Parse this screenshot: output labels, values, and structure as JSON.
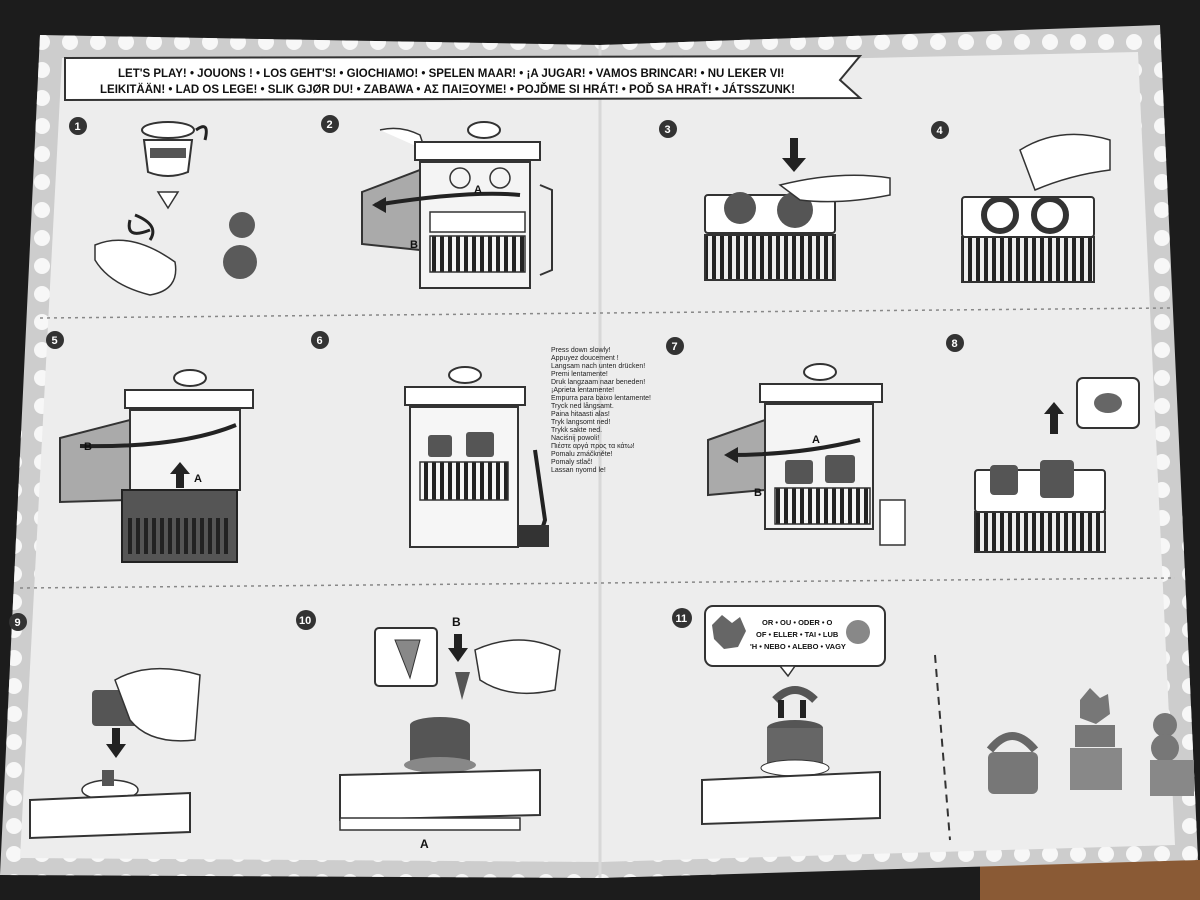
{
  "banner": {
    "line1": "LET'S PLAY! • JOUONS ! • LOS GEHT'S! • GIOCHIAMO! • SPELEN MAAR! • ¡A JUGAR! • VAMOS BRINCAR! • NU LEKER VI!",
    "line2": "LEIKITÄÄN! • LAD OS LEGE! • SLIK GJØR DU! • ZABAWA • ΑΣ ΠΑΙΞΟΥΜΕ! • POJĎME SI HRÁT! • POĎ SA HRAŤ! • JÁTSSZUNK!"
  },
  "steps": [
    "1",
    "2",
    "3",
    "4",
    "5",
    "6",
    "7",
    "8",
    "9",
    "10",
    "11"
  ],
  "labels": {
    "a": "A",
    "b": "B"
  },
  "press_down": [
    "Press down slowly!",
    "Appuyez doucement !",
    "Langsam nach unten drücken!",
    "Premi lentamente!",
    "Druk langzaam naar beneden!",
    "¡Aprieta lentamente!",
    "Empurra para baixo lentamente!",
    "Tryck ned långsamt.",
    "Paina hitaasti alas!",
    "Tryk langsomt ned!",
    "Trykk sakte ned.",
    "Naciśnij powoli!",
    "Πιέστε αργά προς τα κάτω!",
    "Pomalu zmáčkněte!",
    "Pomaly stlač!",
    "Lassan nyomd le!"
  ],
  "or_box": [
    "OR • OU • ODER • O",
    "OF • ELLER • TAI • LUB",
    "'H • NEBO • ALEBO • VAGY"
  ],
  "colors": {
    "paper": "#ececec",
    "border": "#c9c9c9",
    "dots": "#ffffff",
    "dark": "#3a3a3a"
  }
}
